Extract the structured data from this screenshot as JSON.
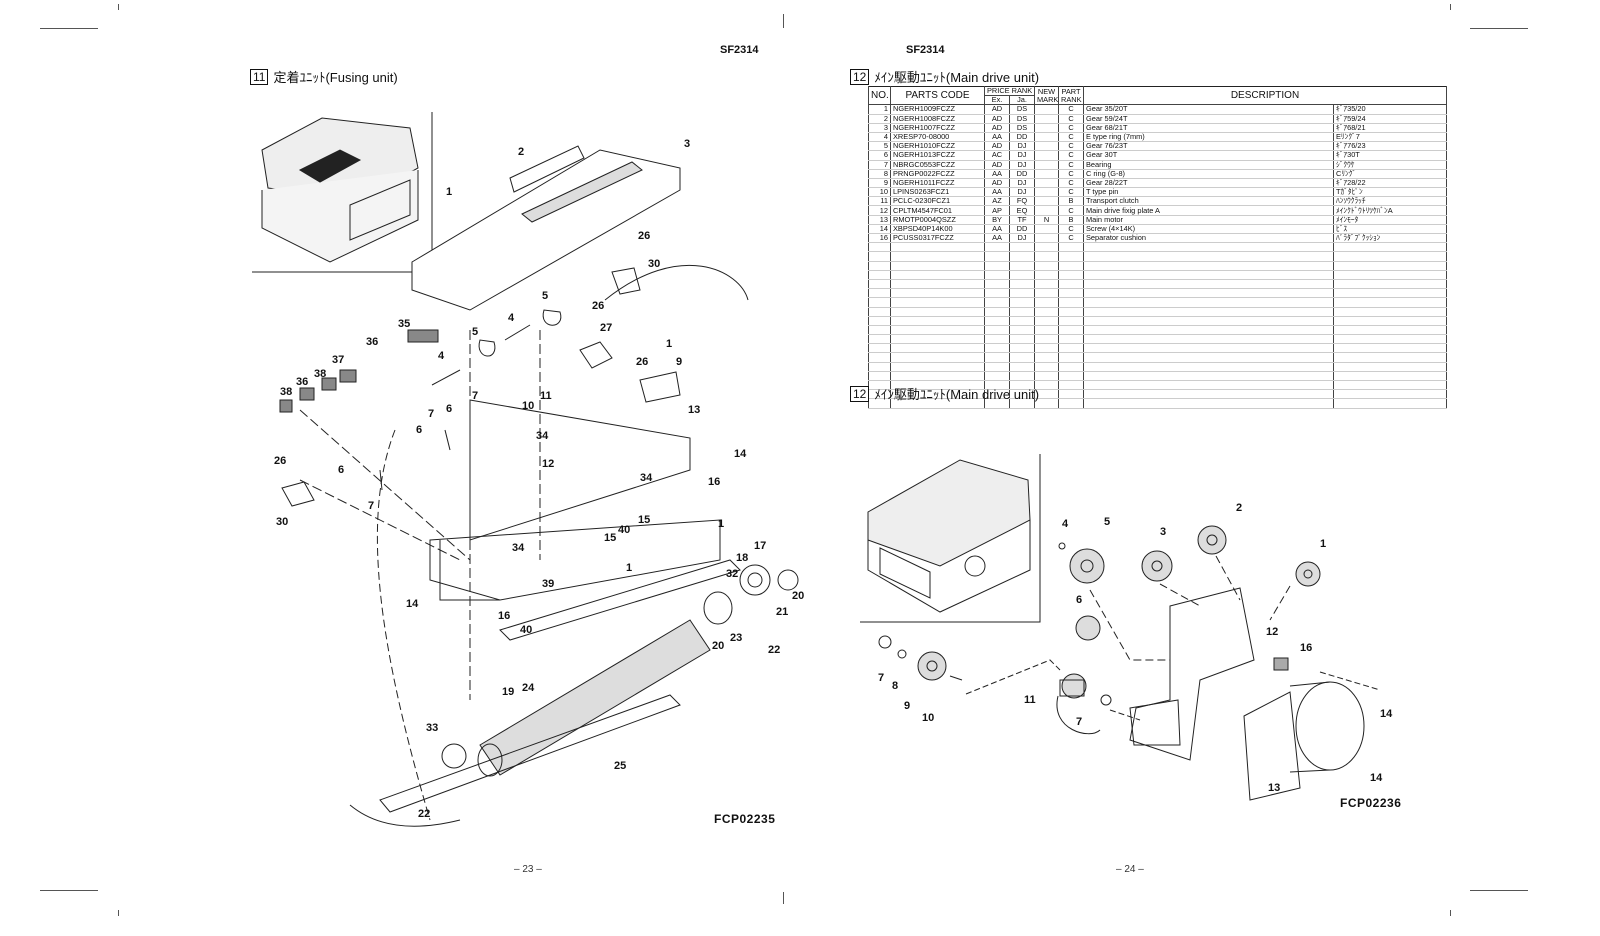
{
  "left_page": {
    "model": "SF2314",
    "section_number": "11",
    "section_title": "定着ﾕﾆｯﾄ(Fusing unit)",
    "figure_code": "FCP02235",
    "page_number": "– 23 –",
    "callouts": [
      "1",
      "2",
      "3",
      "26",
      "30",
      "5",
      "26",
      "27",
      "4",
      "35",
      "5",
      "36",
      "37",
      "38",
      "36",
      "38",
      "4",
      "1",
      "9",
      "26",
      "7",
      "6",
      "11",
      "10",
      "7",
      "6",
      "34",
      "13",
      "12",
      "14",
      "26",
      "6",
      "7",
      "34",
      "16",
      "30",
      "15",
      "40",
      "1",
      "17",
      "15",
      "18",
      "34",
      "1",
      "32",
      "39",
      "20",
      "14",
      "16",
      "21",
      "40",
      "23",
      "20",
      "22",
      "19",
      "24",
      "33",
      "25",
      "22"
    ]
  },
  "right_page": {
    "model": "SF2314",
    "section_number": "12",
    "section_title": "ﾒｲﾝ駆動ﾕﾆｯﾄ(Main drive unit)",
    "section_title_2": "ﾒｲﾝ駆動ﾕﾆｯﾄ(Main drive unit)",
    "figure_code": "FCP02236",
    "page_number": "– 24 –",
    "callouts": [
      "4",
      "5",
      "3",
      "2",
      "1",
      "6",
      "12",
      "16",
      "7",
      "8",
      "9",
      "10",
      "11",
      "7",
      "14",
      "14",
      "13"
    ]
  },
  "table": {
    "headers": {
      "no": "NO.",
      "parts_code": "PARTS CODE",
      "price_rank": "PRICE RANK",
      "ex": "Ex.",
      "ja": "Ja.",
      "new_mark": "NEW MARK",
      "part_rank": "PART RANK",
      "description": "DESCRIPTION"
    },
    "rows": [
      {
        "no": "1",
        "code": "NGERH1009FCZZ",
        "ex": "AD",
        "ja": "DS",
        "new": "",
        "rank": "C",
        "desc": "Gear 35/20T",
        "jp": "ｷﾞｱ35/20"
      },
      {
        "no": "2",
        "code": "NGERH1008FCZZ",
        "ex": "AD",
        "ja": "DS",
        "new": "",
        "rank": "C",
        "desc": "Gear 59/24T",
        "jp": "ｷﾞｱ59/24"
      },
      {
        "no": "3",
        "code": "NGERH1007FCZZ",
        "ex": "AD",
        "ja": "DS",
        "new": "",
        "rank": "C",
        "desc": "Gear 68/21T",
        "jp": "ｷﾞｱ68/21"
      },
      {
        "no": "4",
        "code": "XRESP70-08000",
        "ex": "AA",
        "ja": "DD",
        "new": "",
        "rank": "C",
        "desc": "E type ring (7mm)",
        "jp": "Eﾘﾝｸﾞ7"
      },
      {
        "no": "5",
        "code": "NGERH1010FCZZ",
        "ex": "AD",
        "ja": "DJ",
        "new": "",
        "rank": "C",
        "desc": "Gear 76/23T",
        "jp": "ｷﾞｱ76/23"
      },
      {
        "no": "6",
        "code": "NGERH1013FCZZ",
        "ex": "AC",
        "ja": "DJ",
        "new": "",
        "rank": "C",
        "desc": "Gear 30T",
        "jp": "ｷﾞｱ30T"
      },
      {
        "no": "7",
        "code": "NBRGC0553FCZZ",
        "ex": "AD",
        "ja": "DJ",
        "new": "",
        "rank": "C",
        "desc": "Bearing",
        "jp": "ｼﾞｸｳｹ"
      },
      {
        "no": "8",
        "code": "PRNGP0022FCZZ",
        "ex": "AA",
        "ja": "DD",
        "new": "",
        "rank": "C",
        "desc": "C ring (G-8)",
        "jp": "Cﾘﾝｸﾞ"
      },
      {
        "no": "9",
        "code": "NGERH1011FCZZ",
        "ex": "AD",
        "ja": "DJ",
        "new": "",
        "rank": "C",
        "desc": "Gear 28/22T",
        "jp": "ｷﾞｱ28/22"
      },
      {
        "no": "10",
        "code": "LPINS0263FCZ1",
        "ex": "AA",
        "ja": "DJ",
        "new": "",
        "rank": "C",
        "desc": "T type pin",
        "jp": "Tｶﾞﾀﾋﾟﾝ"
      },
      {
        "no": "11",
        "code": "PCLC-0230FCZ1",
        "ex": "AZ",
        "ja": "FQ",
        "new": "",
        "rank": "B",
        "desc": "Transport clutch",
        "jp": "ﾊﾝｿｳｸﾗｯﾁ"
      },
      {
        "no": "12",
        "code": "CPLTM4547FC01",
        "ex": "AP",
        "ja": "EQ",
        "new": "",
        "rank": "C",
        "desc": "Main drive fixig plate A",
        "jp": "ﾒｲﾝｸﾄﾞｳﾄﾘﾂｹﾊﾞﾝA"
      },
      {
        "no": "13",
        "code": "RMOTP0004QSZZ",
        "ex": "BY",
        "ja": "TF",
        "new": "N",
        "rank": "B",
        "desc": "Main motor",
        "jp": "ﾒｲﾝﾓｰﾀ"
      },
      {
        "no": "14",
        "code": "XBPSD40P14K00",
        "ex": "AA",
        "ja": "DD",
        "new": "",
        "rank": "C",
        "desc": "Screw (4×14K)",
        "jp": "ﾋﾞｽ"
      },
      {
        "no": "16",
        "code": "PCUSS0317FCZZ",
        "ex": "AA",
        "ja": "DJ",
        "new": "",
        "rank": "C",
        "desc": "Separator cushion",
        "jp": "ﾊﾟﾗﾀﾞﾌﾟｸｯｼｮﾝ"
      }
    ],
    "empty_rows": 18
  }
}
